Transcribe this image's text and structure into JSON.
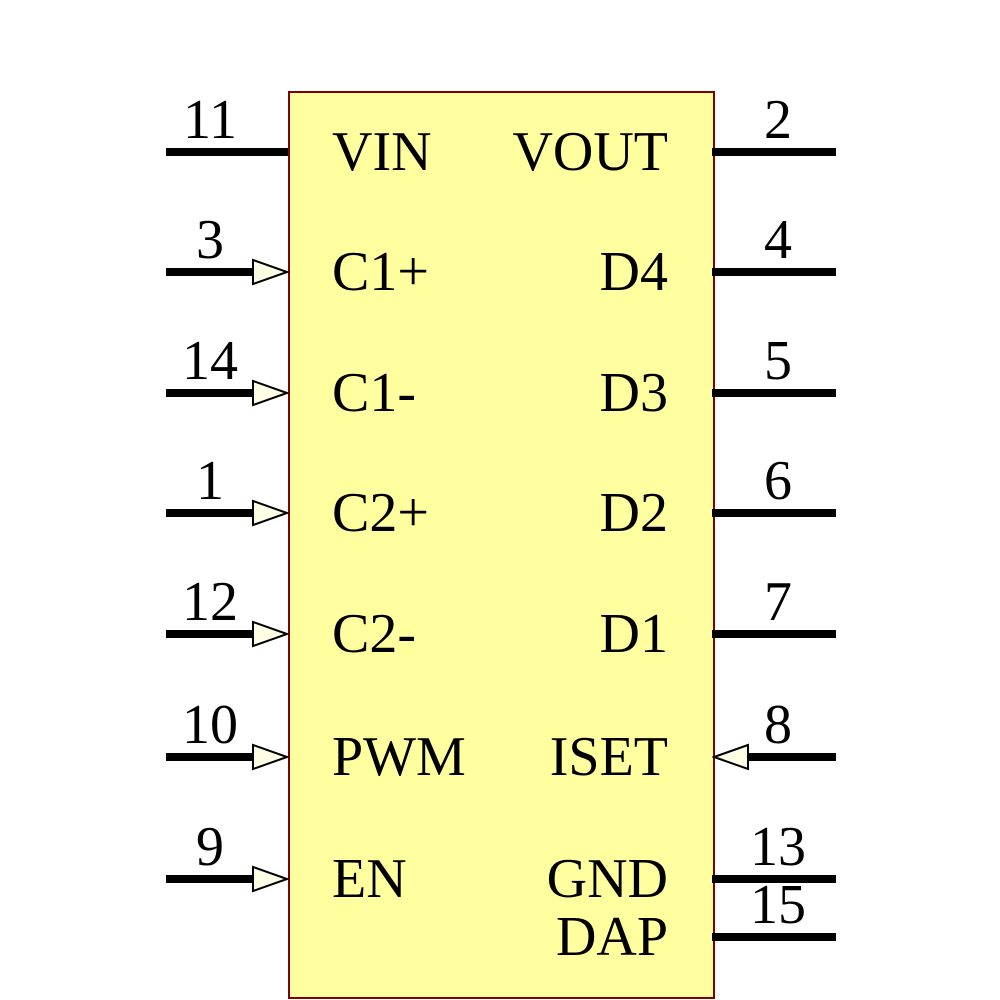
{
  "colors": {
    "body_fill": "#FFFFA0",
    "body_border": "#800000",
    "wire_color": "#000000",
    "arrow_fill": "#FFFFE6",
    "text_color": "#000000"
  },
  "pins": {
    "left": [
      {
        "number": "11",
        "label": "VIN",
        "direction": "plain"
      },
      {
        "number": "3",
        "label": "C1+",
        "direction": "input"
      },
      {
        "number": "14",
        "label": "C1-",
        "direction": "input"
      },
      {
        "number": "1",
        "label": "C2+",
        "direction": "input"
      },
      {
        "number": "12",
        "label": "C2-",
        "direction": "input"
      },
      {
        "number": "10",
        "label": "PWM",
        "direction": "input"
      },
      {
        "number": "9",
        "label": "EN",
        "direction": "input"
      }
    ],
    "right": [
      {
        "number": "2",
        "label": "VOUT",
        "direction": "plain"
      },
      {
        "number": "4",
        "label": "D4",
        "direction": "plain"
      },
      {
        "number": "5",
        "label": "D3",
        "direction": "plain"
      },
      {
        "number": "6",
        "label": "D2",
        "direction": "plain"
      },
      {
        "number": "7",
        "label": "D1",
        "direction": "plain"
      },
      {
        "number": "8",
        "label": "ISET",
        "direction": "input"
      },
      {
        "number": "13",
        "label": "GND",
        "direction": "plain"
      },
      {
        "number": "15",
        "label": "DAP",
        "direction": "plain"
      }
    ]
  }
}
